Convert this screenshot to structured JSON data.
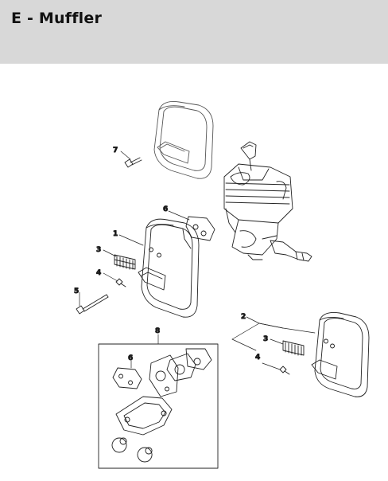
{
  "header": {
    "title": "E - Muffler"
  },
  "callouts": {
    "c1": "1",
    "c2": "2",
    "c3a": "3",
    "c3b": "3",
    "c4a": "4",
    "c4b": "4",
    "c5": "5",
    "c6a": "6",
    "c6b": "6",
    "c7": "7",
    "c8": "8"
  }
}
